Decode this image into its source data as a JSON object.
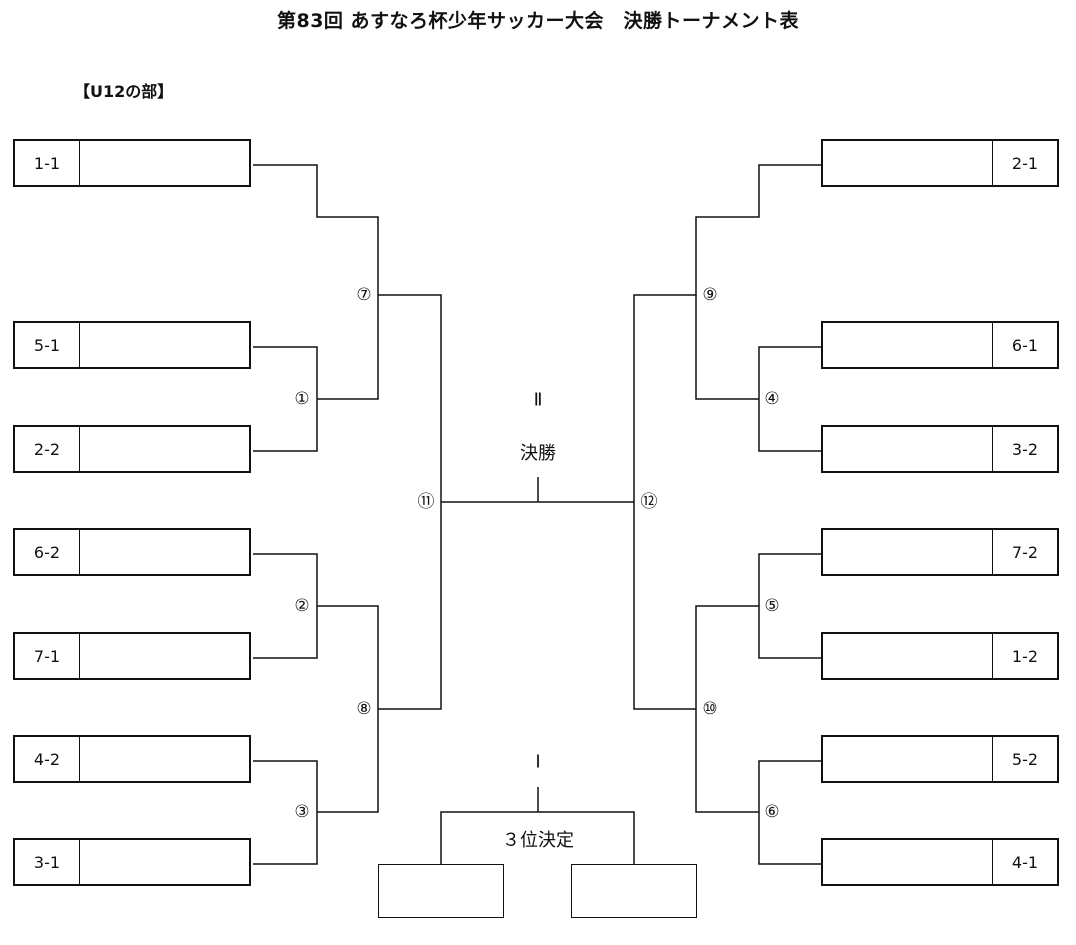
{
  "title": "第83回 あすなろ杯少年サッカー大会　決勝トーナメント表",
  "division": "【U12の部】",
  "teams_left": [
    "1-1",
    "5-1",
    "2-2",
    "6-2",
    "7-1",
    "4-2",
    "3-1"
  ],
  "teams_right": [
    "2-1",
    "6-1",
    "3-2",
    "7-2",
    "1-2",
    "5-2",
    "4-1"
  ],
  "matches": {
    "m1": "①",
    "m2": "②",
    "m3": "③",
    "m4": "④",
    "m5": "⑤",
    "m6": "⑥",
    "m7": "⑦",
    "m8": "⑧",
    "m9": "⑨",
    "m10": "⑩",
    "m11": "⑪",
    "m12": "⑫"
  },
  "final": {
    "numeral": "Ⅱ",
    "label": "決勝"
  },
  "third_place": {
    "numeral": "Ⅰ",
    "label": "３位決定"
  }
}
